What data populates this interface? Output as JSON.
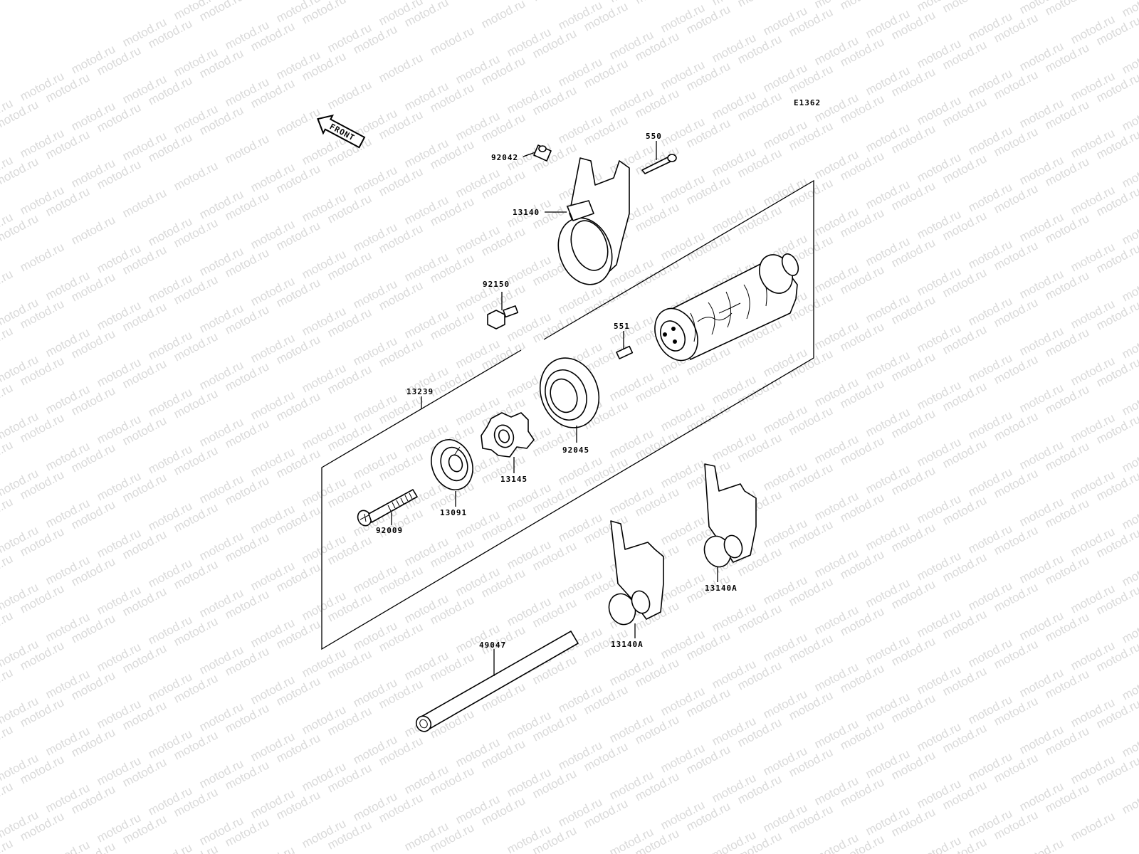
{
  "diagram_code": "E1362",
  "front_arrow_label": "FRONT",
  "watermark_text": "motod.ru",
  "parts": {
    "p92042": "92042",
    "p550": "550",
    "p13140": "13140",
    "p92150": "92150",
    "p551": "551",
    "p13239": "13239",
    "p92045": "92045",
    "p13145": "13145",
    "p13091": "13091",
    "p92009": "92009",
    "p13140A_right": "13140A",
    "p13140A_left": "13140A",
    "p49047": "49047"
  },
  "colors": {
    "line": "#000000",
    "watermark": "#d9d9d9",
    "background": "#ffffff"
  }
}
